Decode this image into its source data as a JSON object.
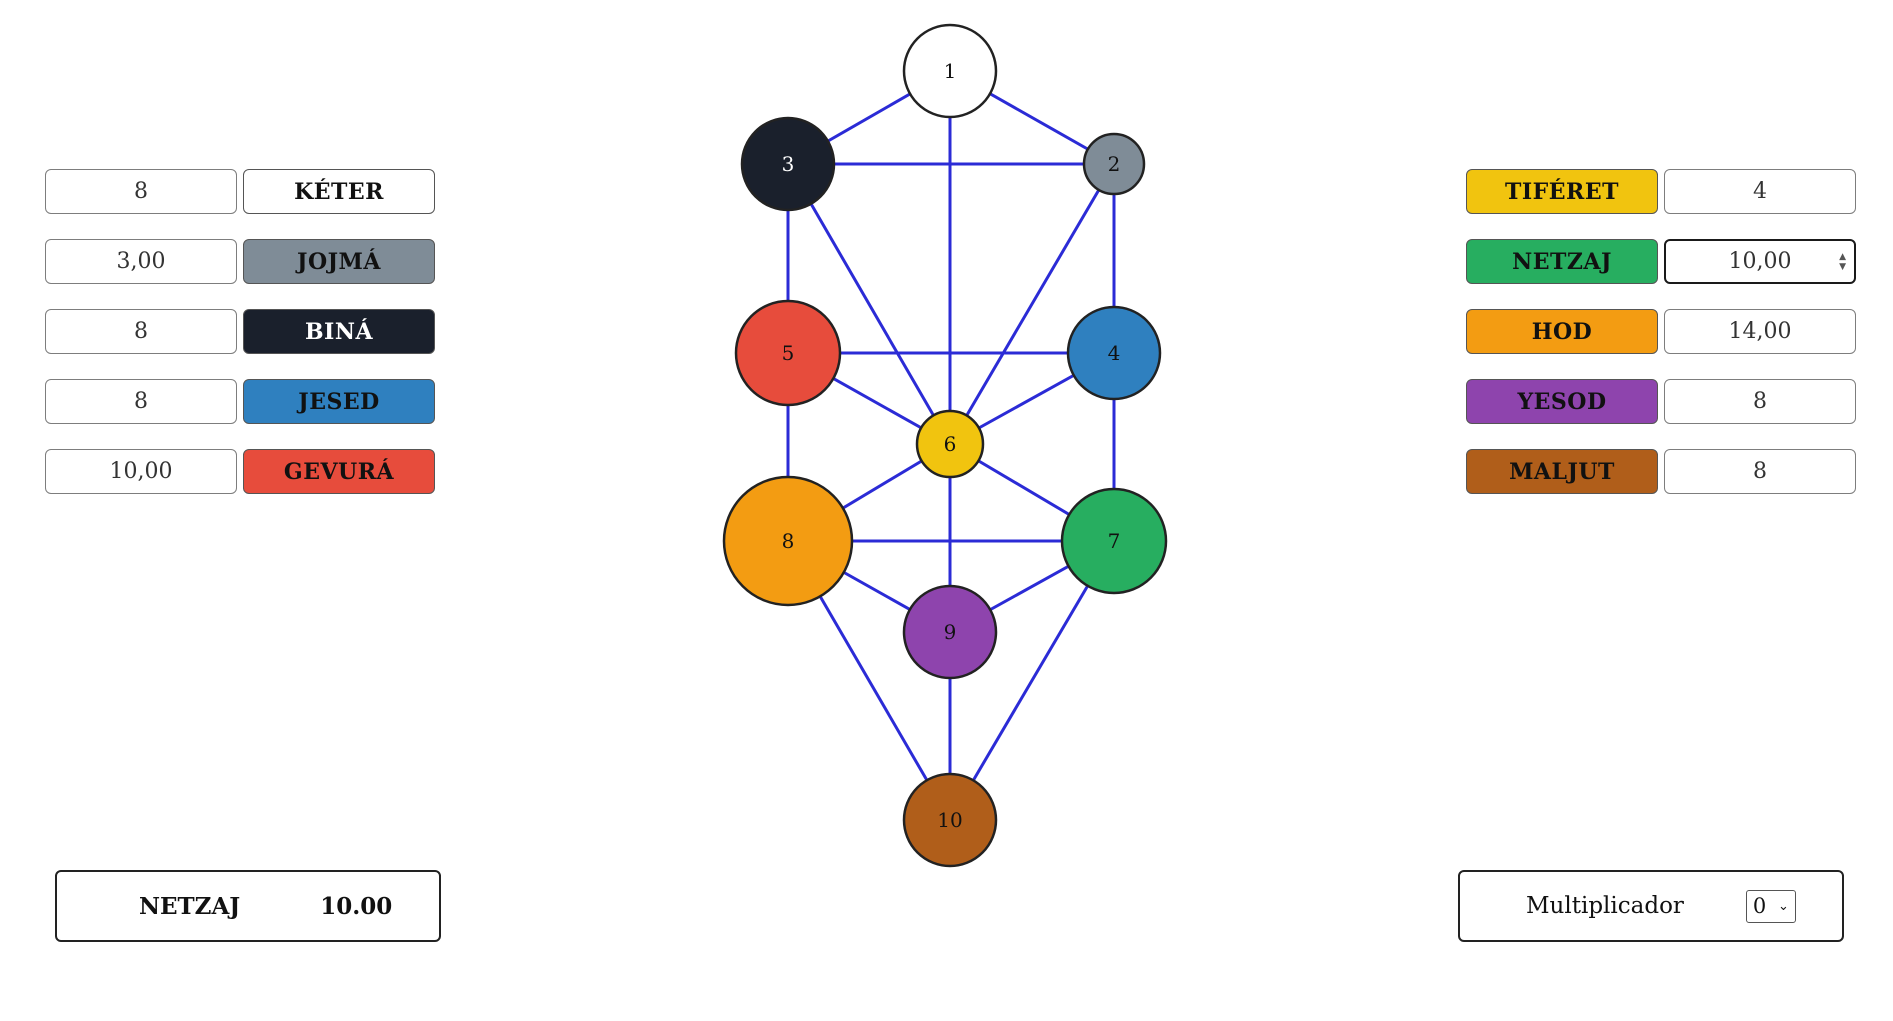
{
  "left_panel": [
    {
      "value": "8",
      "name": "KÉTER",
      "color": "#ffffff",
      "light_text": false
    },
    {
      "value": "3,00",
      "name": "JOJMÁ",
      "color": "#7f8c97",
      "light_text": false
    },
    {
      "value": "8",
      "name": "BINÁ",
      "color": "#1a202c",
      "light_text": true
    },
    {
      "value": "8",
      "name": "JESED",
      "color": "#2f80bf",
      "light_text": false
    },
    {
      "value": "10,00",
      "name": "GEVURÁ",
      "color": "#e74c3c",
      "light_text": false
    }
  ],
  "right_panel": [
    {
      "name": "TIFÉRET",
      "value": "4",
      "color": "#f1c40f",
      "focused": false
    },
    {
      "name": "NETZAJ",
      "value": "10,00",
      "color": "#27ae60",
      "focused": true
    },
    {
      "name": "HOD",
      "value": "14,00",
      "color": "#f39c12",
      "focused": false
    },
    {
      "name": "YESOD",
      "value": "8",
      "color": "#8e44ad",
      "focused": false
    },
    {
      "name": "MALJUT",
      "value": "8",
      "color": "#b05e1a",
      "focused": false
    }
  ],
  "diagram": {
    "edge_color": "#2b2bd6",
    "nodes": [
      {
        "label": "1",
        "color": "#ffffff",
        "text_color": "#111111"
      },
      {
        "label": "2",
        "color": "#7f8c97",
        "text_color": "#111111"
      },
      {
        "label": "3",
        "color": "#1a202c",
        "text_color": "#ffffff"
      },
      {
        "label": "4",
        "color": "#2f80bf",
        "text_color": "#111111"
      },
      {
        "label": "5",
        "color": "#e74c3c",
        "text_color": "#111111"
      },
      {
        "label": "6",
        "color": "#f1c40f",
        "text_color": "#111111"
      },
      {
        "label": "7",
        "color": "#27ae60",
        "text_color": "#111111"
      },
      {
        "label": "8",
        "color": "#f39c12",
        "text_color": "#111111"
      },
      {
        "label": "9",
        "color": "#8e44ad",
        "text_color": "#111111"
      },
      {
        "label": "10",
        "color": "#b05e1a",
        "text_color": "#111111"
      }
    ],
    "edges": [
      [
        "1",
        "2"
      ],
      [
        "1",
        "3"
      ],
      [
        "1",
        "6"
      ],
      [
        "3",
        "2"
      ],
      [
        "3",
        "5"
      ],
      [
        "3",
        "6"
      ],
      [
        "2",
        "4"
      ],
      [
        "2",
        "6"
      ],
      [
        "5",
        "4"
      ],
      [
        "5",
        "6"
      ],
      [
        "5",
        "8"
      ],
      [
        "4",
        "6"
      ],
      [
        "4",
        "7"
      ],
      [
        "6",
        "8"
      ],
      [
        "6",
        "7"
      ],
      [
        "6",
        "9"
      ],
      [
        "8",
        "7"
      ],
      [
        "8",
        "9"
      ],
      [
        "8",
        "10"
      ],
      [
        "7",
        "9"
      ],
      [
        "7",
        "10"
      ],
      [
        "9",
        "10"
      ]
    ]
  },
  "summary": {
    "label": "NETZAJ",
    "value": "10.00"
  },
  "multiplier": {
    "label": "Multiplicador",
    "selected": "0"
  }
}
